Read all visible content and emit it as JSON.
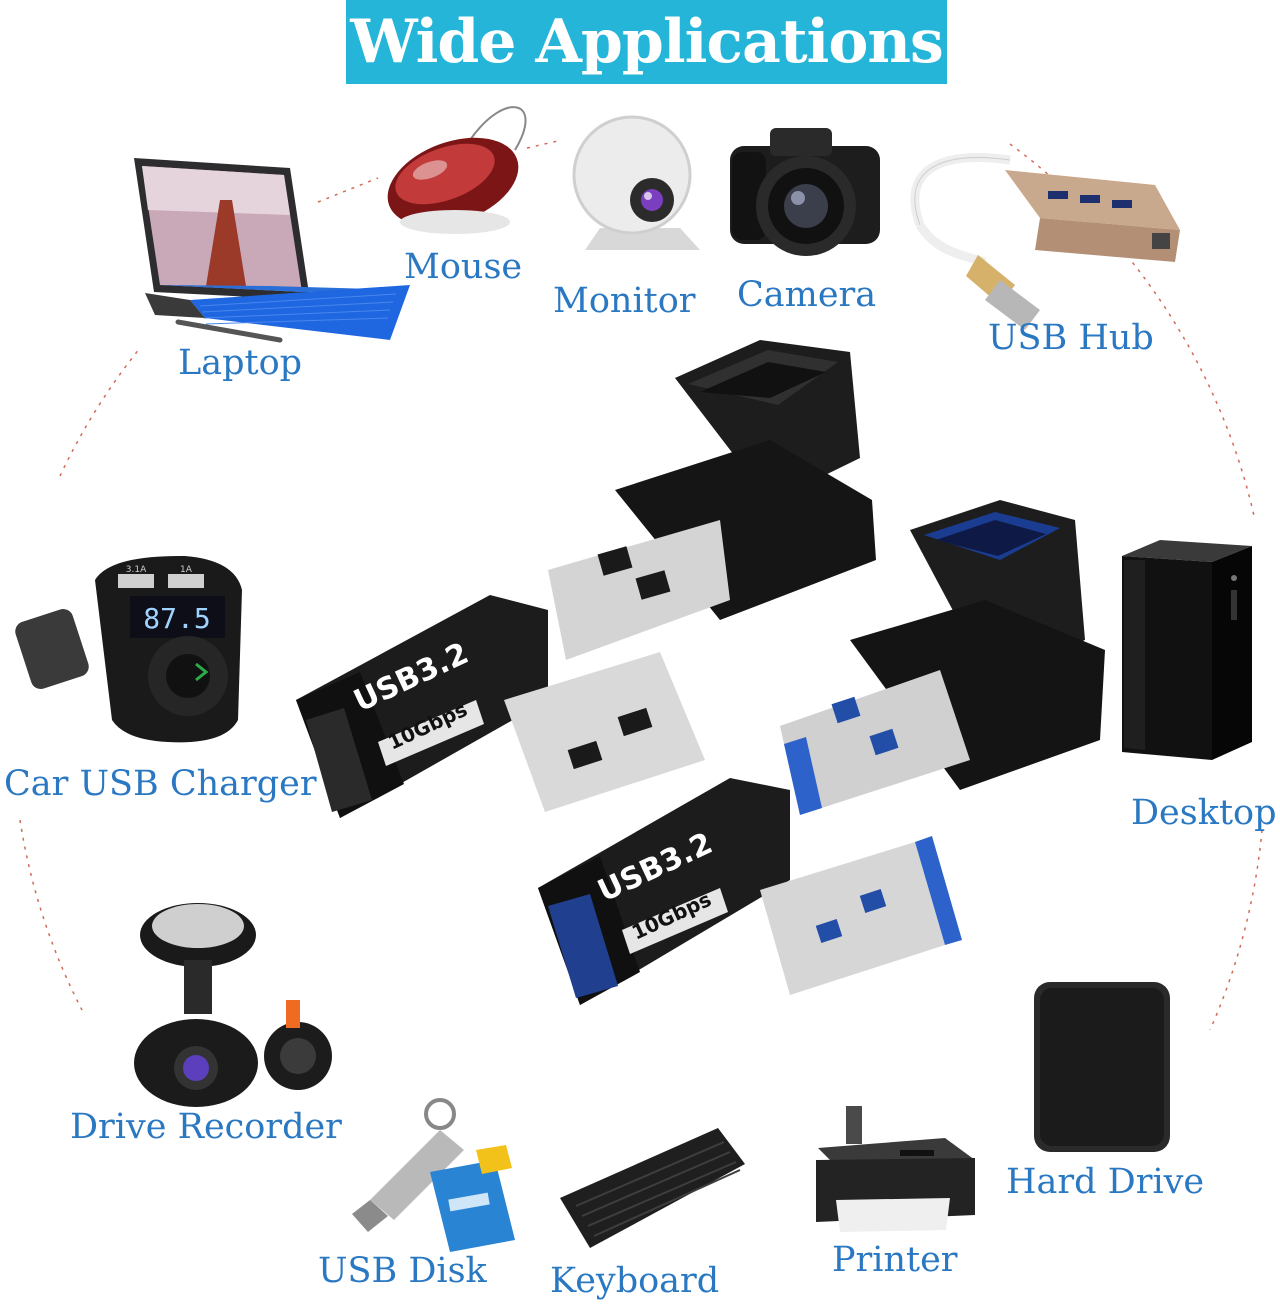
{
  "title": "Wide Applications",
  "colors": {
    "banner": "#24b5d9",
    "label": "#2a78c2",
    "dashed_circle": "#d26b57"
  },
  "devices": [
    {
      "label": "Laptop",
      "icon": "laptop-icon"
    },
    {
      "label": "Mouse",
      "icon": "mouse-icon"
    },
    {
      "label": "Monitor",
      "icon": "webcam-icon"
    },
    {
      "label": "Camera",
      "icon": "camera-icon"
    },
    {
      "label": "USB Hub",
      "icon": "usb-hub-icon"
    },
    {
      "label": "Car USB Charger",
      "icon": "car-charger-icon"
    },
    {
      "label": "Desktop",
      "icon": "desktop-tower-icon"
    },
    {
      "label": "Drive Recorder",
      "icon": "dash-cam-icon"
    },
    {
      "label": "USB Disk",
      "icon": "usb-flash-drive-icon"
    },
    {
      "label": "Keyboard",
      "icon": "keyboard-icon"
    },
    {
      "label": "Printer",
      "icon": "printer-icon"
    },
    {
      "label": "Hard Drive",
      "icon": "hard-drive-icon"
    }
  ],
  "adapters": [
    {
      "print": "USB3.2",
      "speed": "10Gbps",
      "icon": "usb-right-angle-adapter-icon"
    },
    {
      "print": "USB3.2",
      "speed": "10Gbps",
      "icon": "usb-right-angle-adapter-icon"
    }
  ],
  "charger_display": "87.5",
  "charger_ports": [
    "3.1A",
    "1A"
  ]
}
